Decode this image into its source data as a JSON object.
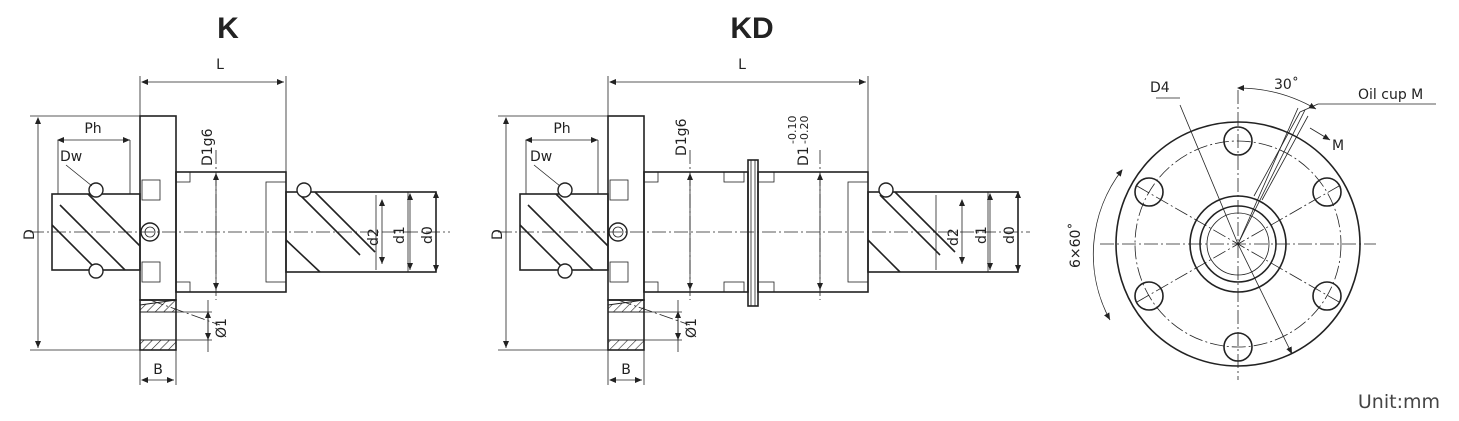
{
  "views": {
    "k": {
      "title": "K",
      "labels": {
        "L": "L",
        "Ph": "Ph",
        "Dw": "Dw",
        "D": "D",
        "D1": "D1g6",
        "d2": "d2",
        "d1": "d1",
        "d0": "d0",
        "O1": "Ø1",
        "B": "B"
      }
    },
    "kd": {
      "title": "KD",
      "labels": {
        "L": "L",
        "Ph": "Ph",
        "Dw": "Dw",
        "D": "D",
        "D1": "D1g6",
        "D1tol_upper": "-0.10",
        "D1tol_lower": "-0.20",
        "D1b": "D1",
        "d2": "d2",
        "d1": "d1",
        "d0": "d0",
        "O1": "Ø1",
        "B": "B"
      }
    },
    "flange": {
      "D4": "D4",
      "angle": "30˚",
      "oilcup": "Oil cup M",
      "M": "M",
      "holes": "6×60˚"
    }
  },
  "unit": "Unit:mm"
}
